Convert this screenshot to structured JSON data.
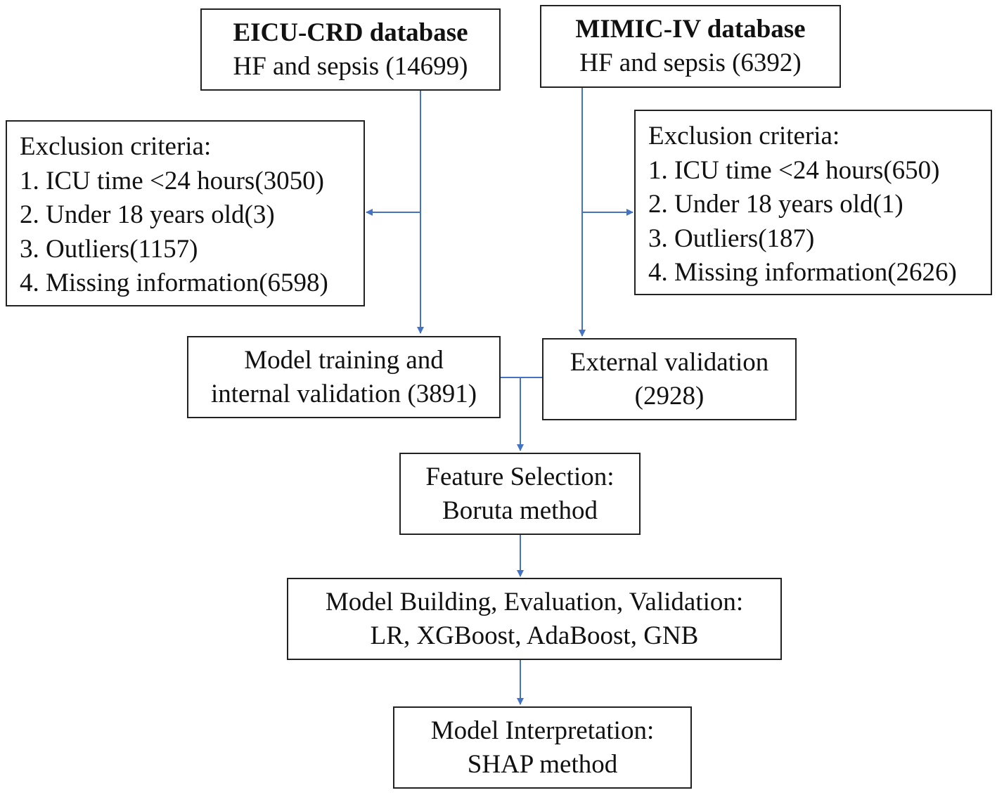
{
  "eicu": {
    "title": "EICU-CRD database",
    "subtitle": "HF and sepsis (14699)"
  },
  "mimic": {
    "title": "MIMIC-IV database",
    "subtitle": "HF and sepsis (6392)"
  },
  "eicu_exclusion": {
    "heading": "Exclusion criteria:",
    "items": [
      "1. ICU time <24 hours(3050)",
      "2. Under 18 years old(3)",
      "3. Outliers(1157)",
      "4. Missing information(6598)"
    ]
  },
  "mimic_exclusion": {
    "heading": "Exclusion criteria:",
    "items": [
      "1. ICU time <24 hours(650)",
      "2. Under 18 years old(1)",
      "3. Outliers(187)",
      "4. Missing information(2626)"
    ]
  },
  "training": {
    "line1": "Model training and",
    "line2": "internal validation (3891)"
  },
  "external": {
    "line1": "External validation",
    "line2": "(2928)"
  },
  "feature_selection": {
    "line1": "Feature Selection:",
    "line2": "Boruta method"
  },
  "model_building": {
    "line1": "Model Building, Evaluation, Validation:",
    "line2": "LR, XGBoost, AdaBoost, GNB"
  },
  "interpretation": {
    "line1": "Model Interpretation:",
    "line2": "SHAP method"
  },
  "colors": {
    "connector": "#4472c4",
    "border": "#222222"
  }
}
